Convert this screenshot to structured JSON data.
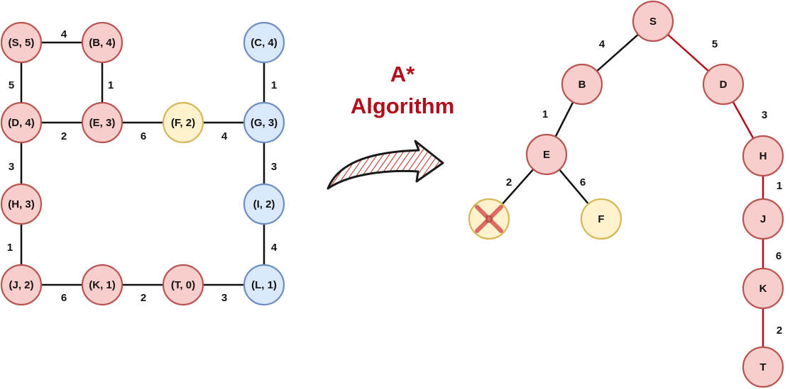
{
  "colors": {
    "red_fill": "#f8cecc",
    "red_stroke": "#b85450",
    "blue_fill": "#dae8fc",
    "blue_stroke": "#6c8ebf",
    "yellow_fill": "#fff2cc",
    "yellow_stroke": "#d6b656",
    "path_edge": "#b30d1c",
    "title": "#b30d1c",
    "cross": "#d9534f"
  },
  "title": {
    "line1": "A*",
    "line2": "Algorithm"
  },
  "graph": {
    "nodes": [
      {
        "id": "S",
        "label": "(S, 5)",
        "color": "red"
      },
      {
        "id": "B",
        "label": "(B, 4)",
        "color": "red"
      },
      {
        "id": "C",
        "label": "(C, 4)",
        "color": "blue"
      },
      {
        "id": "D",
        "label": "(D, 4)",
        "color": "red"
      },
      {
        "id": "E",
        "label": "(E, 3)",
        "color": "red"
      },
      {
        "id": "F",
        "label": "(F, 2)",
        "color": "yellow"
      },
      {
        "id": "G",
        "label": "(G, 3)",
        "color": "blue"
      },
      {
        "id": "H",
        "label": "(H, 3)",
        "color": "red"
      },
      {
        "id": "I",
        "label": "(I, 2)",
        "color": "blue"
      },
      {
        "id": "J",
        "label": "(J, 2)",
        "color": "red"
      },
      {
        "id": "K",
        "label": "(K, 1)",
        "color": "red"
      },
      {
        "id": "T",
        "label": "(T, 0)",
        "color": "red"
      },
      {
        "id": "L",
        "label": "(L, 1)",
        "color": "blue"
      }
    ],
    "edges": [
      {
        "from": "S",
        "to": "B",
        "weight": "4"
      },
      {
        "from": "S",
        "to": "D",
        "weight": "5"
      },
      {
        "from": "B",
        "to": "E",
        "weight": "1"
      },
      {
        "from": "C",
        "to": "G",
        "weight": "1"
      },
      {
        "from": "D",
        "to": "E",
        "weight": "2"
      },
      {
        "from": "E",
        "to": "F",
        "weight": "6"
      },
      {
        "from": "F",
        "to": "G",
        "weight": "4"
      },
      {
        "from": "D",
        "to": "H",
        "weight": "3"
      },
      {
        "from": "G",
        "to": "I",
        "weight": "3"
      },
      {
        "from": "H",
        "to": "J",
        "weight": "1"
      },
      {
        "from": "I",
        "to": "L",
        "weight": "4"
      },
      {
        "from": "J",
        "to": "K",
        "weight": "6"
      },
      {
        "from": "K",
        "to": "T",
        "weight": "2"
      },
      {
        "from": "T",
        "to": "L",
        "weight": "3"
      }
    ]
  },
  "tree": {
    "nodes": [
      {
        "id": "tS",
        "label": "S",
        "color": "red"
      },
      {
        "id": "tB",
        "label": "B",
        "color": "red"
      },
      {
        "id": "tD",
        "label": "D",
        "color": "red"
      },
      {
        "id": "tE",
        "label": "E",
        "color": "red"
      },
      {
        "id": "tD2",
        "label": "D",
        "color": "yellow",
        "crossed": true
      },
      {
        "id": "tF",
        "label": "F",
        "color": "yellow"
      },
      {
        "id": "tH",
        "label": "H",
        "color": "red"
      },
      {
        "id": "tJ",
        "label": "J",
        "color": "red"
      },
      {
        "id": "tK",
        "label": "K",
        "color": "red"
      },
      {
        "id": "tT",
        "label": "T",
        "color": "red"
      }
    ],
    "edges": [
      {
        "from": "tS",
        "to": "tB",
        "weight": "4",
        "path": false
      },
      {
        "from": "tS",
        "to": "tD",
        "weight": "5",
        "path": true
      },
      {
        "from": "tB",
        "to": "tE",
        "weight": "1",
        "path": false
      },
      {
        "from": "tE",
        "to": "tD2",
        "weight": "2",
        "path": false
      },
      {
        "from": "tE",
        "to": "tF",
        "weight": "6",
        "path": false
      },
      {
        "from": "tD",
        "to": "tH",
        "weight": "3",
        "path": true
      },
      {
        "from": "tH",
        "to": "tJ",
        "weight": "1",
        "path": true
      },
      {
        "from": "tJ",
        "to": "tK",
        "weight": "6",
        "path": true
      },
      {
        "from": "tK",
        "to": "tT",
        "weight": "2",
        "path": true
      }
    ]
  }
}
